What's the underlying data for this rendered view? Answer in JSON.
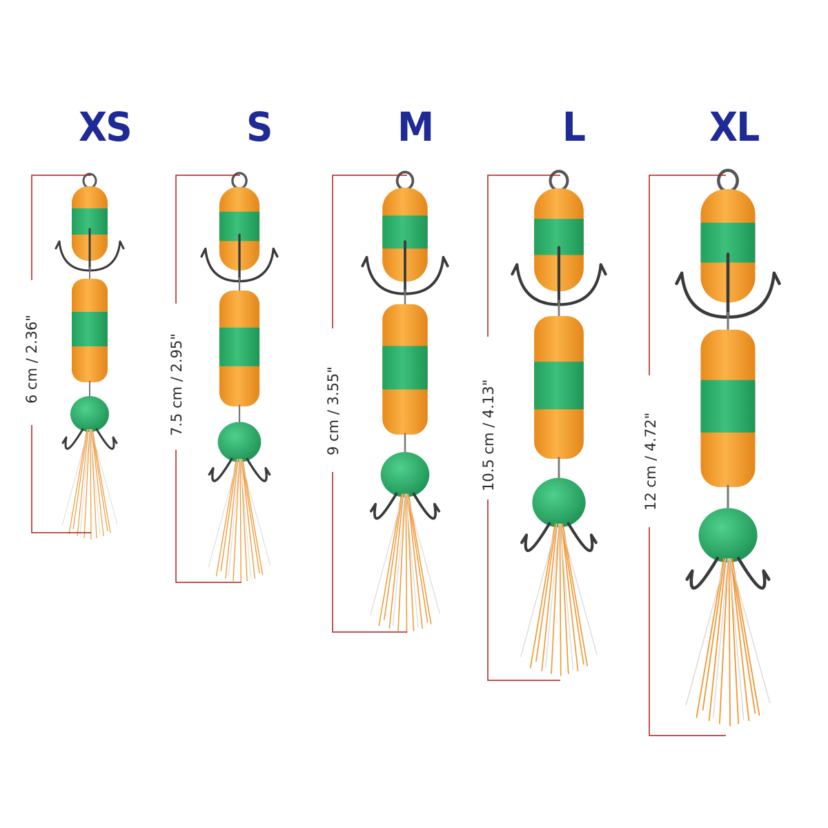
{
  "colors": {
    "label": "#1e2a96",
    "orange": "#f7a63a",
    "green": "#2fb36e",
    "ruler": "#b01818"
  },
  "sizes": [
    {
      "label": "XS",
      "measure": "6 cm / 2.36\""
    },
    {
      "label": "S",
      "measure": "7.5 cm / 2.95\""
    },
    {
      "label": "M",
      "measure": "9 cm / 3.55\""
    },
    {
      "label": "L",
      "measure": "10.5 cm / 4.13\""
    },
    {
      "label": "XL",
      "measure": "12 cm / 4.72\""
    }
  ]
}
